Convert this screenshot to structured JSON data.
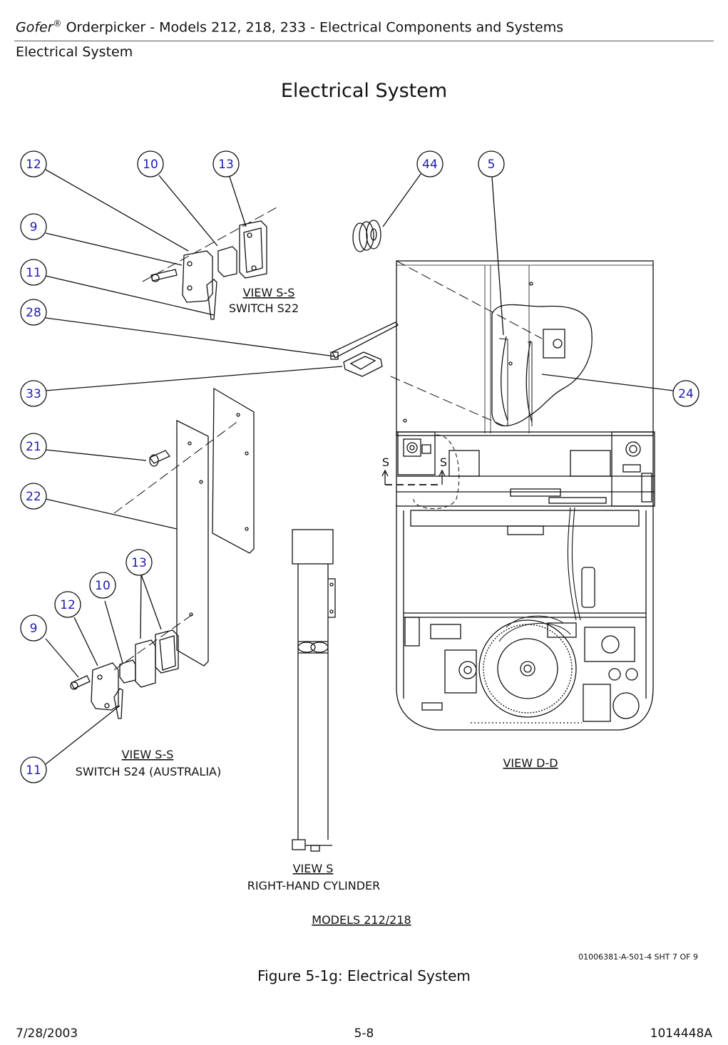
{
  "header": {
    "brand": "Gofer",
    "reg": "®",
    "title_rest": " Orderpicker - Models 212, 218, 233 - Electrical Components and Systems",
    "section": "Electrical System"
  },
  "page_title": "Electrical System",
  "callouts": {
    "c12a": "12",
    "c10a": "10",
    "c13a": "13",
    "c44": "44",
    "c5": "5",
    "c9a": "9",
    "c11a": "11",
    "c28": "28",
    "c33": "33",
    "c24": "24",
    "c21": "21",
    "c22": "22",
    "c13b": "13",
    "c10b": "10",
    "c12b": "12",
    "c9b": "9",
    "c11b": "11"
  },
  "labels": {
    "view_ss_top": "VIEW  S-S",
    "switch_s22": "SWITCH  S22",
    "view_ss_bottom": "VIEW  S-S",
    "switch_s24": "SWITCH  S24 (AUSTRALIA)",
    "view_dd": "VIEW  D-D",
    "view_s": "VIEW  S",
    "right_hand_cylinder": "RIGHT-HAND  CYLINDER",
    "models": "MODELS  212/218",
    "section_s_left": "S",
    "section_s_right": "S"
  },
  "drawing_ref": "01006381-A-501-4 SHT 7 OF 9",
  "caption": "Figure 5-1g:  Electrical System",
  "footer": {
    "date": "7/28/2003",
    "page": "5-8",
    "doc_number": "1014448A"
  },
  "colors": {
    "callout": "#1b1bb0",
    "line": "#111111"
  }
}
